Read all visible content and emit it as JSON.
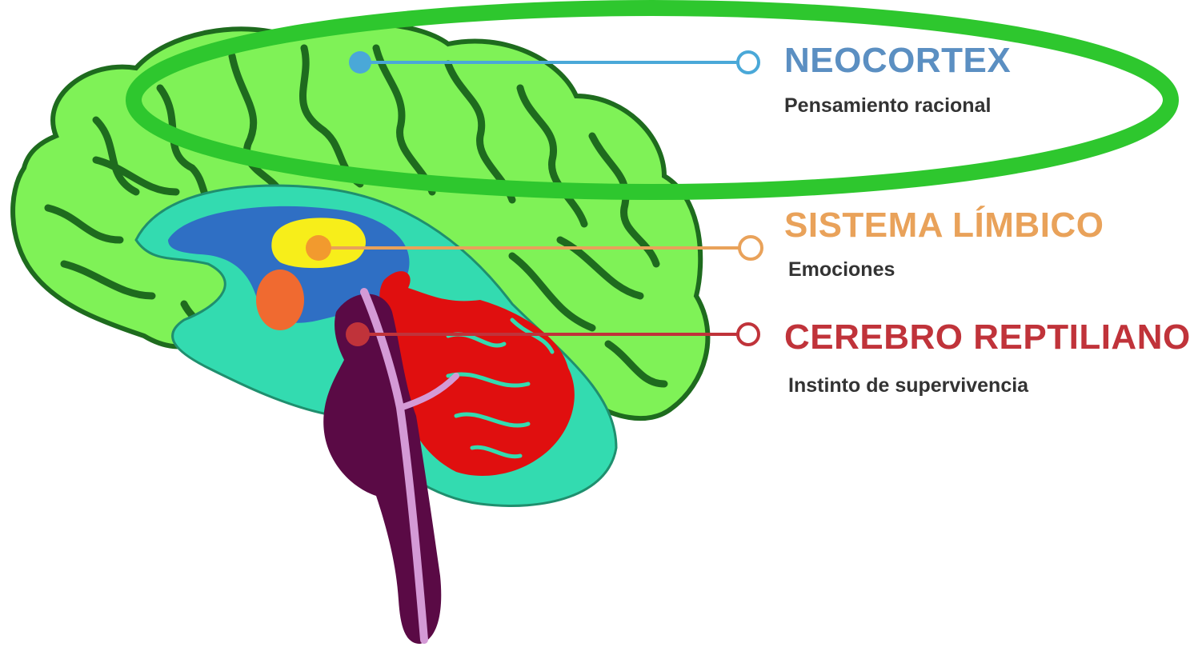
{
  "layers": [
    {
      "id": "neocortex",
      "title": "NEOCORTEX",
      "subtitle": "Pensamiento racional",
      "color": "#5b8fc2"
    },
    {
      "id": "limbic",
      "title": "SISTEMA LÍMBICO",
      "subtitle": "Emociones",
      "color": "#e9a25a"
    },
    {
      "id": "reptilian",
      "title": "CEREBRO REPTILIANO",
      "subtitle": "Instinto de supervivencia",
      "color": "#c0333a"
    }
  ],
  "highlight": {
    "shape": "ellipse",
    "color": "#2ec72e",
    "encloses": "neocortex"
  },
  "colors": {
    "cortex": "#7ff257",
    "cortex_sulci": "#1e6b1e",
    "limbic_area": "#33dbb0",
    "ventricle": "#2f6fc4",
    "thalamus": "#f7ee1a",
    "amygdala": "#f06a30",
    "cerebellum": "#e00f0f",
    "brainstem": "#5a0a45",
    "spinal_channel": "#d49ad6"
  }
}
